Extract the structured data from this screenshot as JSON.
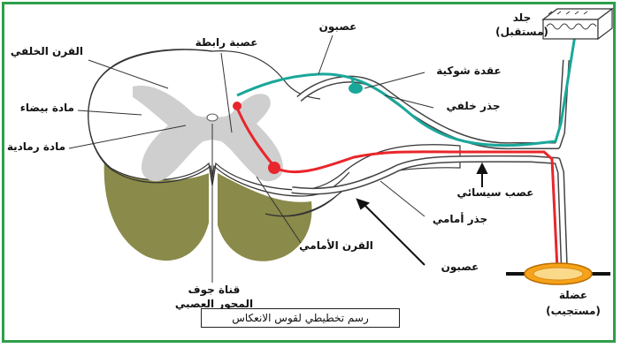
{
  "labels": {
    "dorsal_horn": "القرن الخلفي",
    "white_matter": "مادة بيضاء",
    "gray_matter": "مادة رمادية",
    "interneuron": "عصبة رابطة",
    "sensory_neuron": "عصبون",
    "spinal_ganglion": "عقدة شوكية",
    "dorsal_root": "جذر خلفي",
    "skin_line1": "جلد",
    "skin_line2": "(مستقبل)",
    "spinal_nerve": "عصب سيسائي",
    "ventral_root": "جذر أمامي",
    "ventral_horn": "القرن الأمامي",
    "motor_neuron": "عصبون",
    "muscle_line1": "عضلة",
    "muscle_line2": "(مستجيب)",
    "central_canal": "قناة جوف",
    "central_canal_line2": "المحور العصبي"
  },
  "caption": "رسم تخطيطي لقوس الانعكاس",
  "colors": {
    "frame": "#2e9e4a",
    "sensory": "#1aa79a",
    "motor": "#e8262b",
    "gray_matter": "#cfcfcf",
    "meninges": "#8a8a4a",
    "muscle": "#f6a21a"
  }
}
